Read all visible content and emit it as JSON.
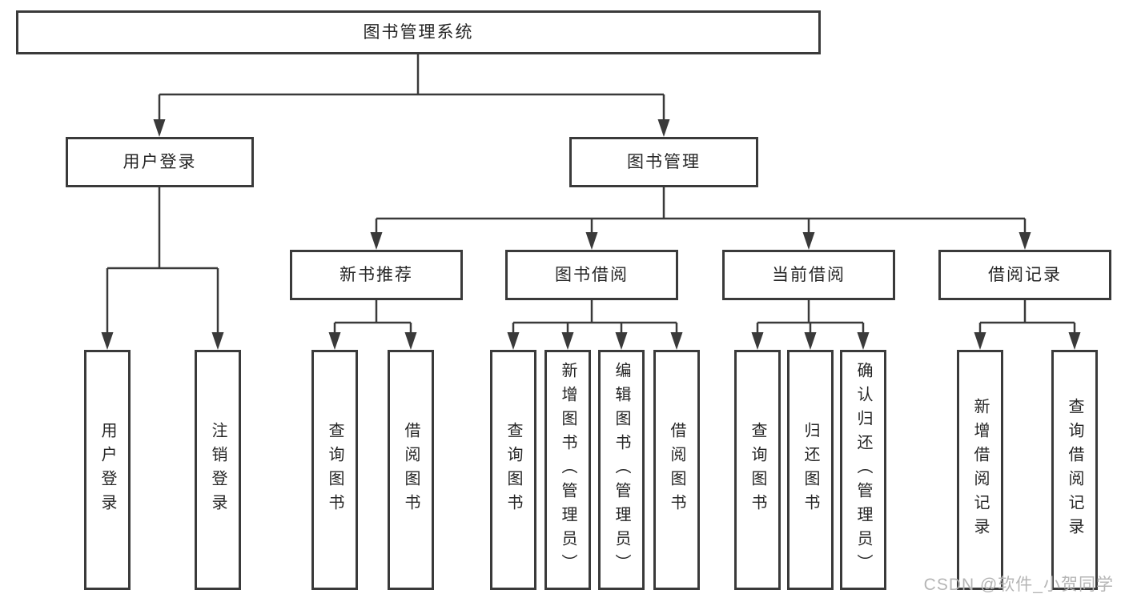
{
  "colors": {
    "line": "#3a3a3a",
    "box_border": "#3a3a3a",
    "text": "#262626",
    "watermark": "#b5b5b5"
  },
  "watermark": {
    "text": "CSDN @软件_小贺同学"
  },
  "tree": {
    "label": "图书管理系统",
    "children": [
      {
        "label": "用户登录",
        "children": [
          {
            "label": "用户登录"
          },
          {
            "label": "注销登录"
          }
        ]
      },
      {
        "label": "图书管理",
        "children": [
          {
            "label": "新书推荐",
            "children": [
              {
                "label": "查询图书"
              },
              {
                "label": "借阅图书"
              }
            ]
          },
          {
            "label": "图书借阅",
            "children": [
              {
                "label": "查询图书"
              },
              {
                "label": "新增图书（管理员）"
              },
              {
                "label": "编辑图书（管理员）"
              },
              {
                "label": "借阅图书"
              }
            ]
          },
          {
            "label": "当前借阅",
            "children": [
              {
                "label": "查询图书"
              },
              {
                "label": "归还图书"
              },
              {
                "label": "确认归还（管理员）"
              }
            ]
          },
          {
            "label": "借阅记录",
            "children": [
              {
                "label": "新增借阅记录"
              },
              {
                "label": "查询借阅记录"
              }
            ]
          }
        ]
      }
    ]
  }
}
